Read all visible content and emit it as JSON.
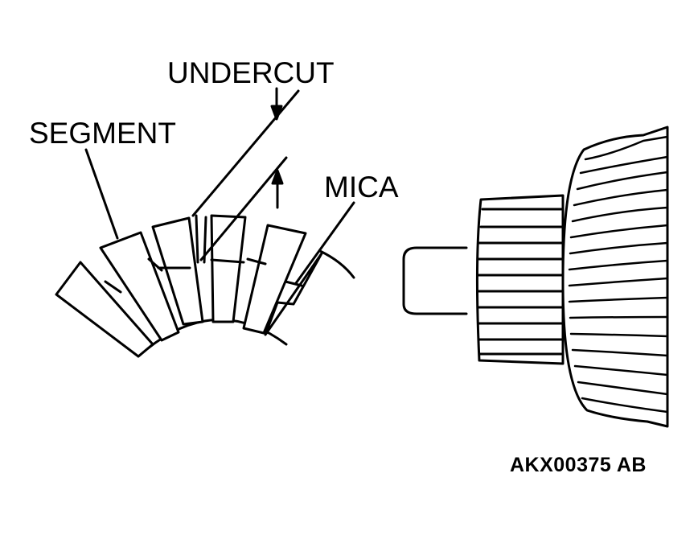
{
  "labels": {
    "undercut": "UNDERCUT",
    "segment": "SEGMENT",
    "mica": "MICA"
  },
  "reference_code": "AKX00375 AB",
  "colors": {
    "ink": "#000000",
    "paper": "#ffffff"
  }
}
